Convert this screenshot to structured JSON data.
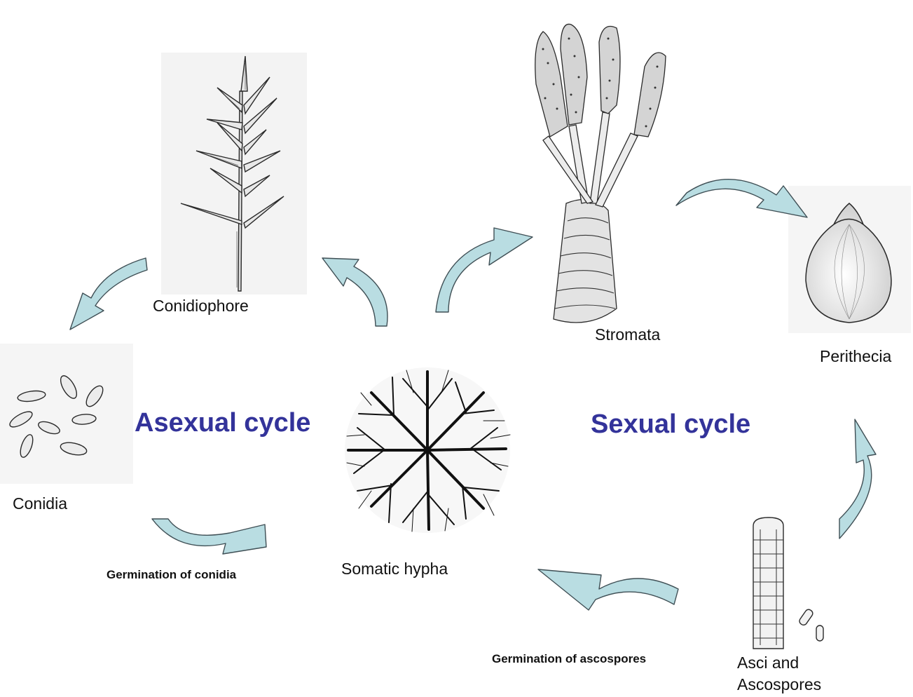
{
  "colors": {
    "cycle_text": "#33339a",
    "arrow_fill": "#b9dde2",
    "arrow_stroke": "#3f4f55",
    "ink": "#1a1a1a",
    "panel_bg": "#f4f4f4"
  },
  "titles": {
    "asexual": "Asexual cycle",
    "sexual": "Sexual cycle"
  },
  "labels": {
    "conidiophore": "Conidiophore",
    "conidia": "Conidia",
    "germination_conidia": "Germination of conidia",
    "somatic_hypha": "Somatic hypha",
    "stromata": "Stromata",
    "perithecia": "Perithecia",
    "germination_ascospores": "Germination of ascospores",
    "asci_line1": "Asci and",
    "asci_line2": "Ascospores"
  },
  "icons": [
    "conidiophore-illustration",
    "conidia-illustration",
    "somatic-hypha-illustration",
    "stromata-illustration",
    "perithecium-illustration",
    "ascus-illustration",
    "cycle-arrow-icon"
  ]
}
